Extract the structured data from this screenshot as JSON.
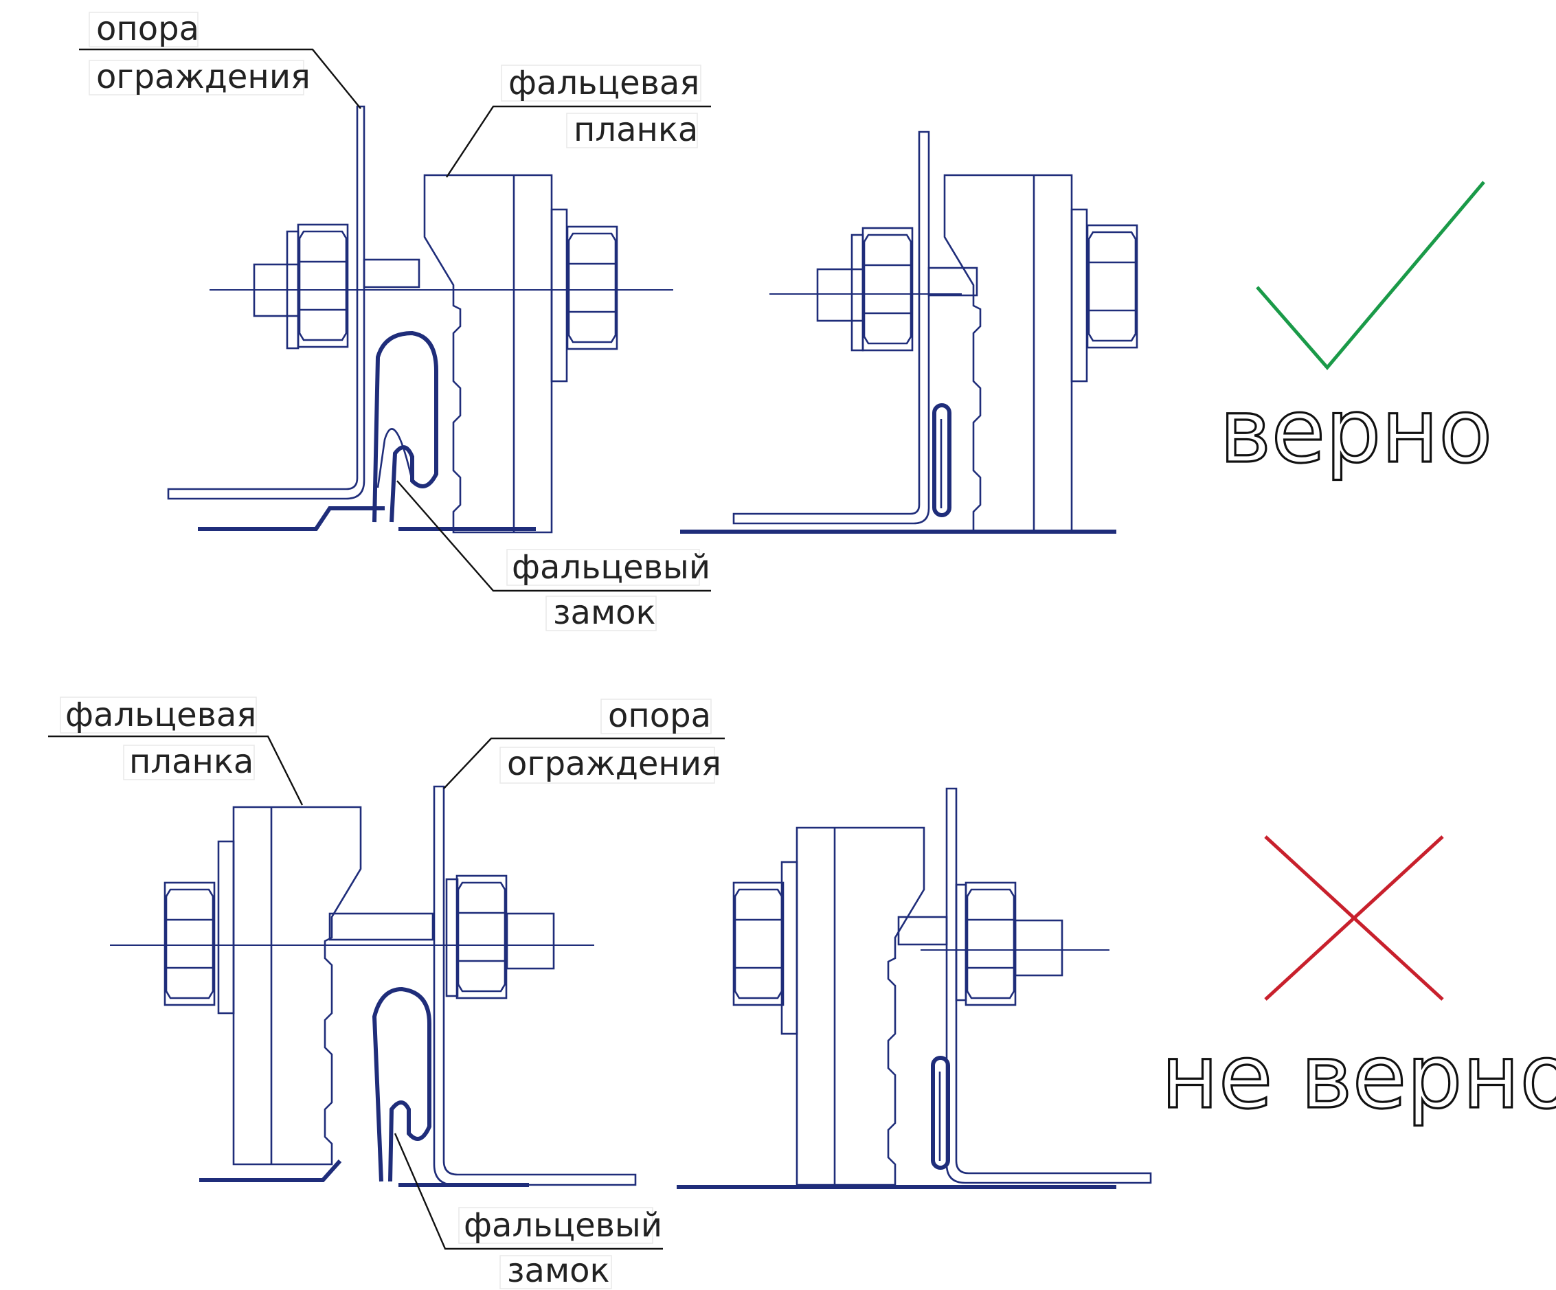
{
  "diagram": {
    "colors": {
      "outline": "#1f2d7a",
      "correct": "#1a9a48",
      "incorrect": "#c8202c",
      "text": "#222222"
    },
    "top": {
      "label_support_line1": "опора",
      "label_support_line2": "ограждения",
      "label_plate_line1": "фальцевая",
      "label_plate_line2": "планка",
      "label_seam_line1": "фальцевый",
      "label_seam_line2": "замок",
      "verdict": "верно",
      "mark": "check-mark-icon"
    },
    "bottom": {
      "label_plate_line1": "фальцевая",
      "label_plate_line2": "планка",
      "label_support_line1": "опора",
      "label_support_line2": "ограждения",
      "label_seam_line1": "фальцевый",
      "label_seam_line2": "замок",
      "verdict": "не верно",
      "mark": "cross-mark-icon"
    }
  }
}
